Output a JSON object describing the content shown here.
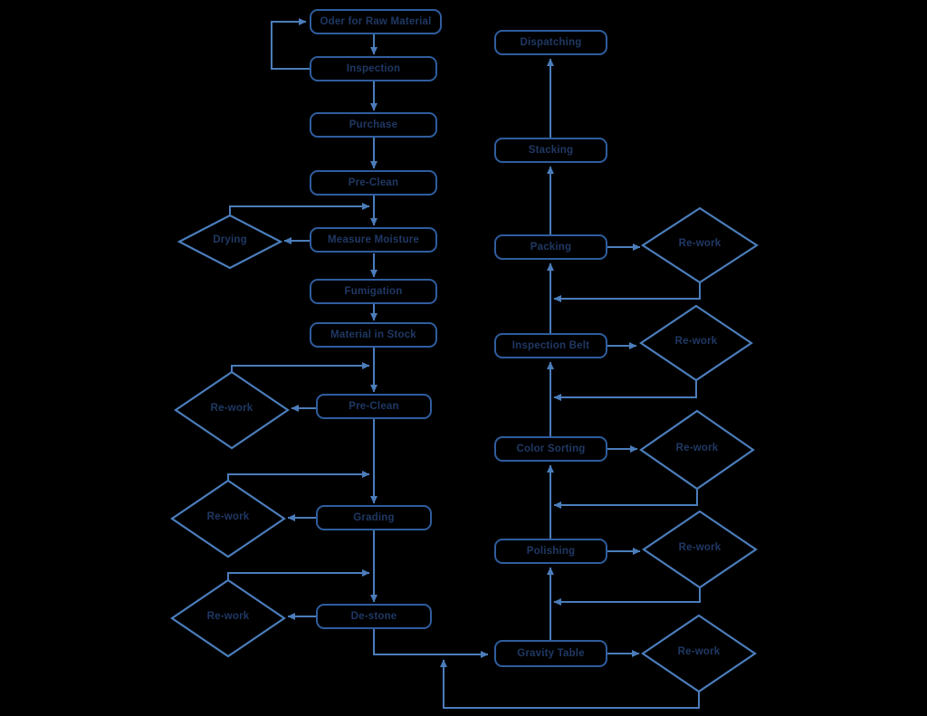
{
  "diagram": {
    "theme": {
      "background": "#000000",
      "connector_color": "#4b7dbb",
      "box_border_color": "#2f5d9e",
      "diamond_border_color": "#4b7dbb",
      "text_color": "#1f3864"
    },
    "process_steps": {
      "order_raw_material": "Oder for Raw Material",
      "inspection": "Inspection",
      "purchase": "Purchase",
      "pre_clean_1": "Pre-Clean",
      "measure_moisture": "Measure Moisture",
      "fumigation": "Fumigation",
      "material_in_stock": "Material in Stock",
      "pre_clean_2": "Pre-Clean",
      "grading": "Grading",
      "de_stone": "De-stone",
      "gravity_table": "Gravity Table",
      "polishing": "Polishing",
      "color_sorting": "Color Sorting",
      "inspection_belt": "Inspection Belt",
      "packing": "Packing",
      "stacking": "Stacking",
      "dispatching": "Dispatching"
    },
    "decisions": {
      "drying": "Drying",
      "rework_pre_clean": "Re-work",
      "rework_grading": "Re-work",
      "rework_de_stone": "Re-work",
      "rework_gravity_table": "Re-work",
      "rework_polishing": "Re-work",
      "rework_color_sorting": "Re-work",
      "rework_inspection_belt": "Re-work",
      "rework_packing": "Re-work"
    }
  }
}
